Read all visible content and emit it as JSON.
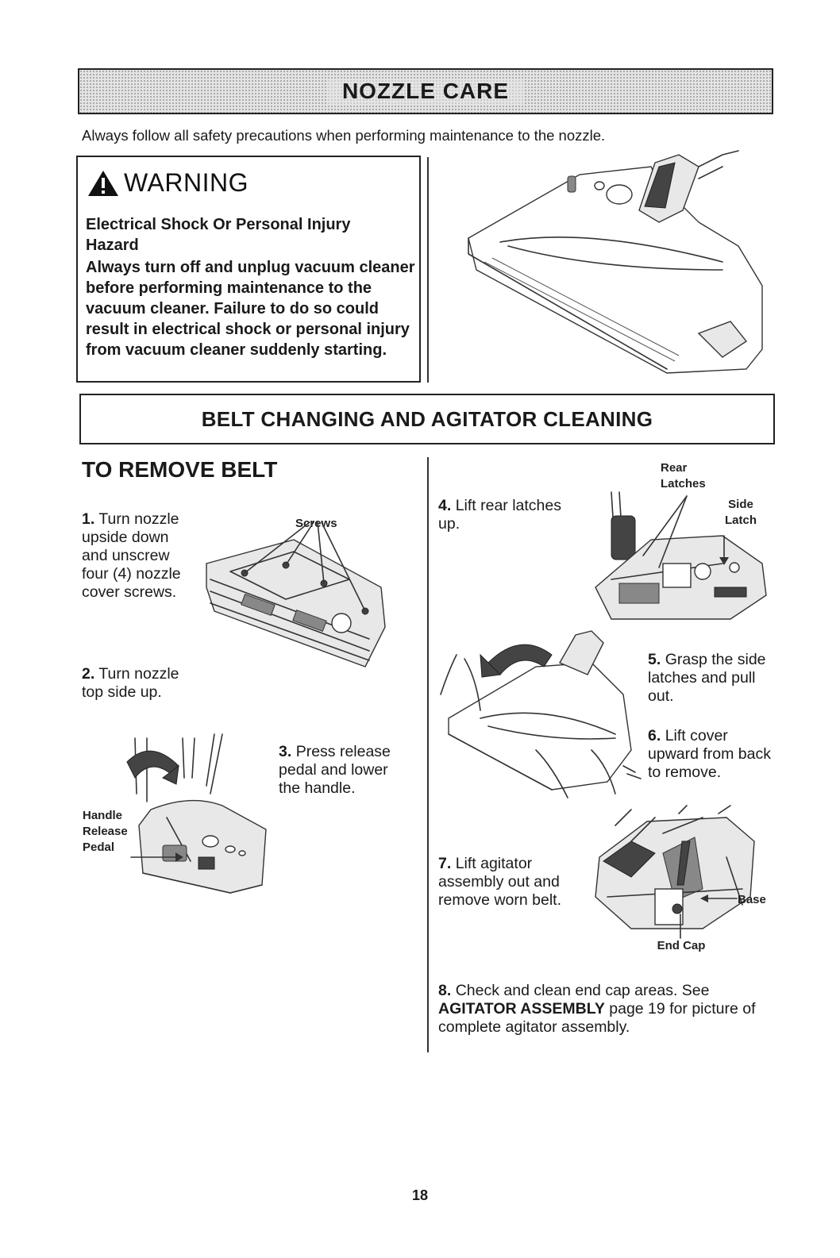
{
  "banner": {
    "title": "NOZZLE CARE"
  },
  "intro": "Always follow all safety precautions when performing maintenance to the nozzle.",
  "warning": {
    "icon": "warning-triangle-icon",
    "title": "WARNING",
    "hazard": "Electrical Shock Or Personal Injury Hazard",
    "body": "Always turn off and unplug vacuum cleaner before performing maintenance to the vacuum cleaner. Failure to do so could result in electrical shock or personal injury from vacuum cleaner suddenly starting."
  },
  "section": {
    "title": "BELT CHANGING AND AGITATOR CLEANING"
  },
  "remove_belt": {
    "title": "TO REMOVE BELT",
    "steps": [
      {
        "num": "1.",
        "text": "Turn nozzle upside down and unscrew four (4) nozzle cover screws."
      },
      {
        "num": "2.",
        "text": "Turn nozzle top side up."
      },
      {
        "num": "3.",
        "text": "Press release pedal and lower the handle."
      },
      {
        "num": "4.",
        "text": "Lift rear latches up."
      },
      {
        "num": "5.",
        "text": "Grasp the side latches and pull out."
      },
      {
        "num": "6.",
        "text": "Lift cover upward from back to remove."
      },
      {
        "num": "7.",
        "text": "Lift agitator assembly out and remove worn belt."
      }
    ],
    "step8": {
      "num": "8.",
      "text_before": "Check and clean end cap areas. See",
      "link": "AGITATOR ASSEMBLY",
      "text_after": "page 19 for picture of complete agitator assembly."
    }
  },
  "callouts": {
    "screws": "Screws",
    "handle_release_pedal": "Handle Release Pedal",
    "rear_latches": "Rear Latches",
    "side_latch": "Side Latch",
    "base": "Base",
    "end_cap": "End Cap"
  },
  "page_number": "18"
}
